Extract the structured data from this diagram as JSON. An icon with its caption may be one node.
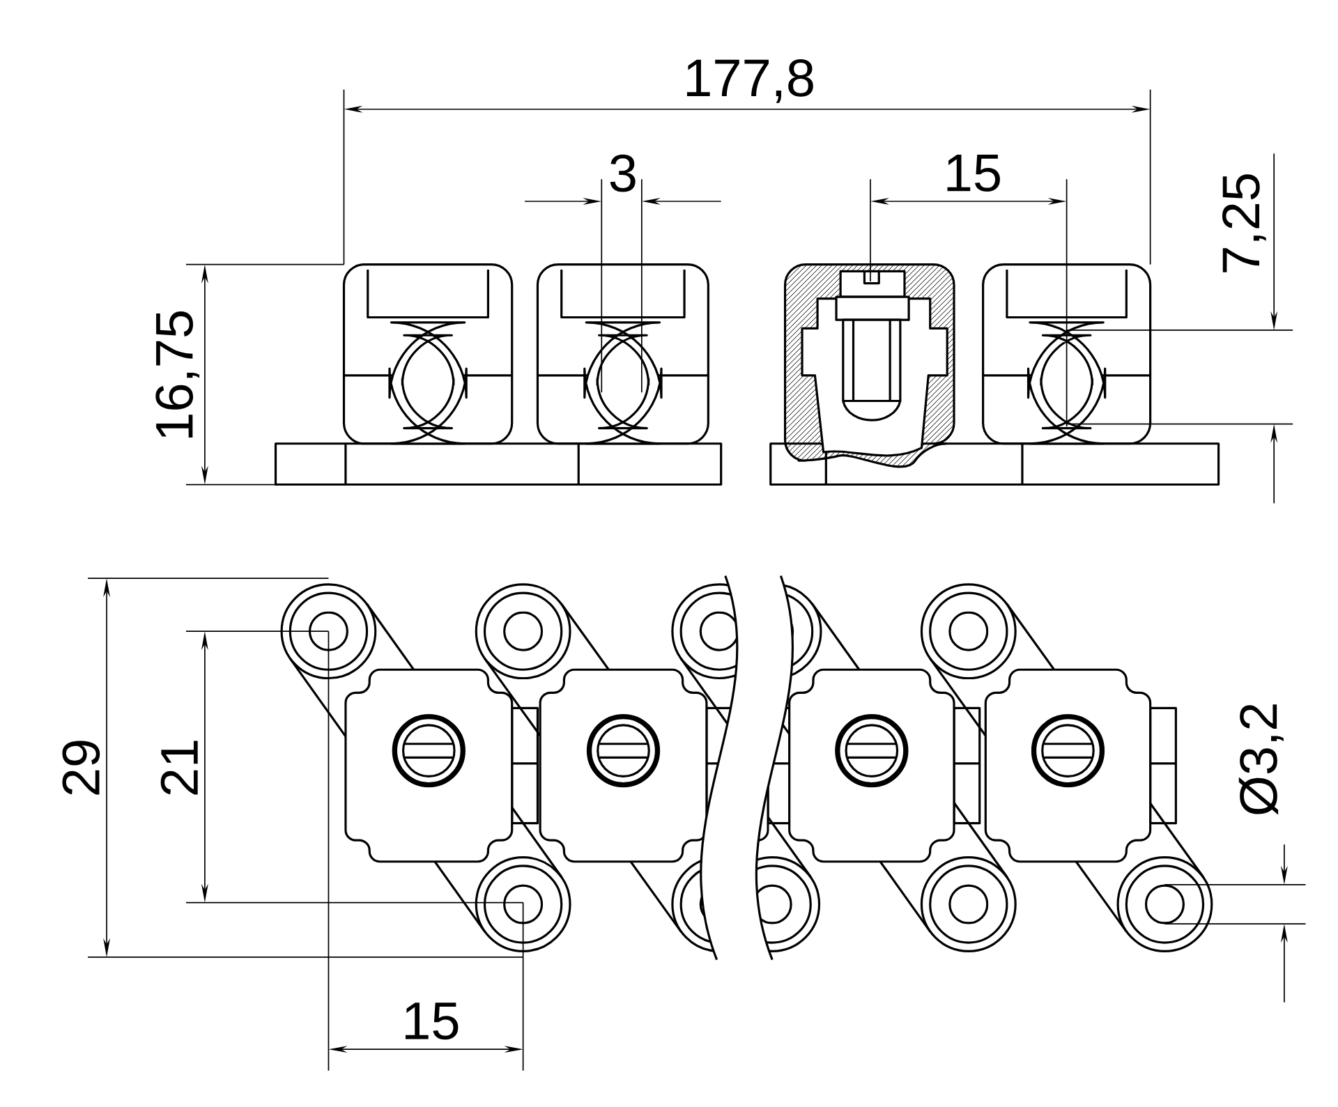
{
  "diagram": {
    "labels": [
      "177,8",
      "3",
      "15",
      "7,25",
      "16,75",
      "29",
      "21",
      "Ø3,2",
      "15"
    ]
  }
}
